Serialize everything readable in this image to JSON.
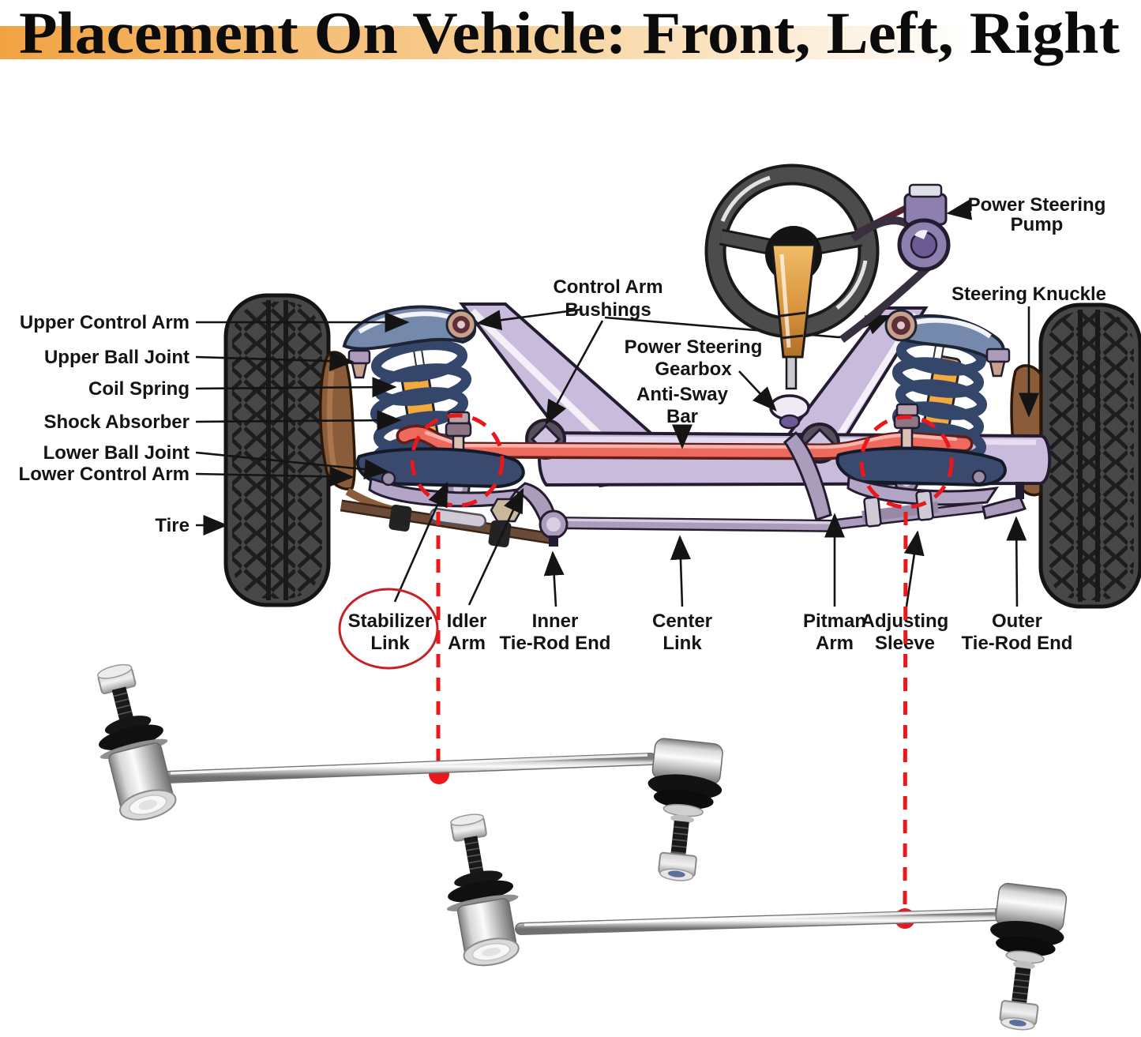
{
  "title": "Placement On Vehicle: Front, Left, Right",
  "colors": {
    "title_band_orange": "#f2a242",
    "sway_bar_red": "#ee6a5f",
    "dashed_red": "#e8181d",
    "circle_red": "#c42428",
    "frame_lavender": "#c9bbdb",
    "arm_blue": "#7589ad",
    "spring_navy": "#35466b",
    "shock_orange": "#f3a93d",
    "tire_gray": "#474747",
    "knuckle_brown": "#8a5c3a",
    "pump_purple": "#8d7fae",
    "column_orange": "#d9963f",
    "linkage_purple": "#ab9cbc",
    "chrome_silver": "#d8d8d8"
  },
  "diagram": {
    "labels": {
      "upper_control_arm": "Upper Control Arm",
      "upper_ball_joint": "Upper Ball Joint",
      "coil_spring": "Coil Spring",
      "shock_absorber": "Shock Absorber",
      "lower_ball_joint": "Lower Ball Joint",
      "lower_control_arm": "Lower Control Arm",
      "tire": "Tire",
      "control_arm_bushings": [
        "Control Arm",
        "Bushings"
      ],
      "power_steering_gearbox": [
        "Power Steering",
        "Gearbox"
      ],
      "anti_sway_bar": [
        "Anti-Sway",
        "Bar"
      ],
      "power_steering_pump": [
        "Power Steering",
        "Pump"
      ],
      "steering_knuckle": "Steering Knuckle",
      "stabilizer_link": [
        "Stabilizer",
        "Link"
      ],
      "idler_arm": [
        "Idler",
        "Arm"
      ],
      "inner_tie_rod_end": [
        "Inner",
        "Tie-Rod End"
      ],
      "center_link": [
        "Center",
        "Link"
      ],
      "pitman_arm": [
        "Pitman",
        "Arm"
      ],
      "adjusting_sleeve": [
        "Adjusting",
        "Sleeve"
      ],
      "outer_tie_rod_end": [
        "Outer",
        "Tie-Rod End"
      ]
    }
  }
}
